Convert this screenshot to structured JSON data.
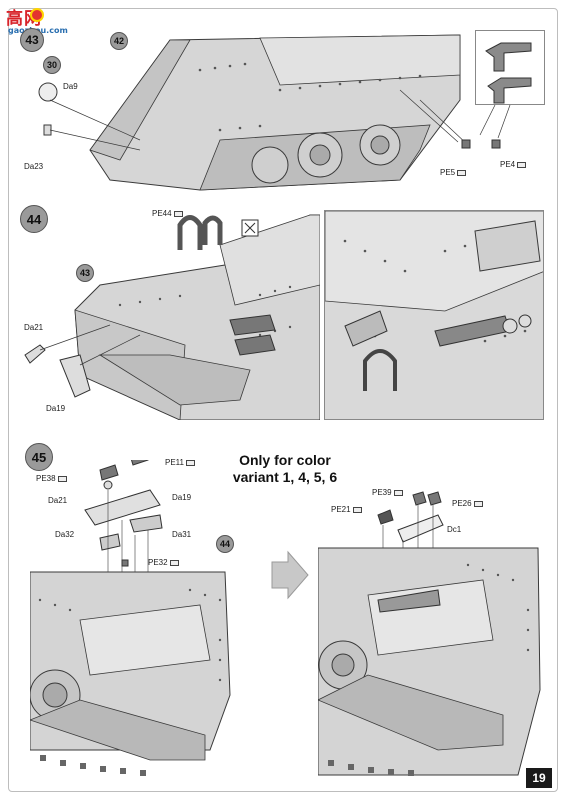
{
  "watermark": {
    "chars": "高网",
    "url": "gaozhou.com"
  },
  "steps": {
    "s43_top": "43",
    "s42": "42",
    "s30": "30",
    "s44": "44",
    "s43": "43",
    "s45": "45",
    "s44_ref": "44"
  },
  "labels": {
    "da9": "Da9",
    "da23": "Da23",
    "pe5": "PE5",
    "pe4": "PE4",
    "pe44": "PE44",
    "da21_a": "Da21",
    "da19_a": "Da19",
    "pe38": "PE38",
    "pe11": "PE11",
    "da21_b": "Da21",
    "da19_b": "Da19",
    "da31": "Da31",
    "da32": "Da32",
    "pe32": "PE32",
    "pe39": "PE39",
    "pe26": "PE26",
    "pe21": "PE21",
    "dc1": "Dc1"
  },
  "note": {
    "line1": "Only for color",
    "line2": "variant 1, 4, 5, 6"
  },
  "page_number": "19",
  "colors": {
    "hull": "#d6d6d6",
    "hull_dark": "#b5b5b5",
    "line": "#3a3a3a",
    "step_circle": "#9a9a9a"
  }
}
